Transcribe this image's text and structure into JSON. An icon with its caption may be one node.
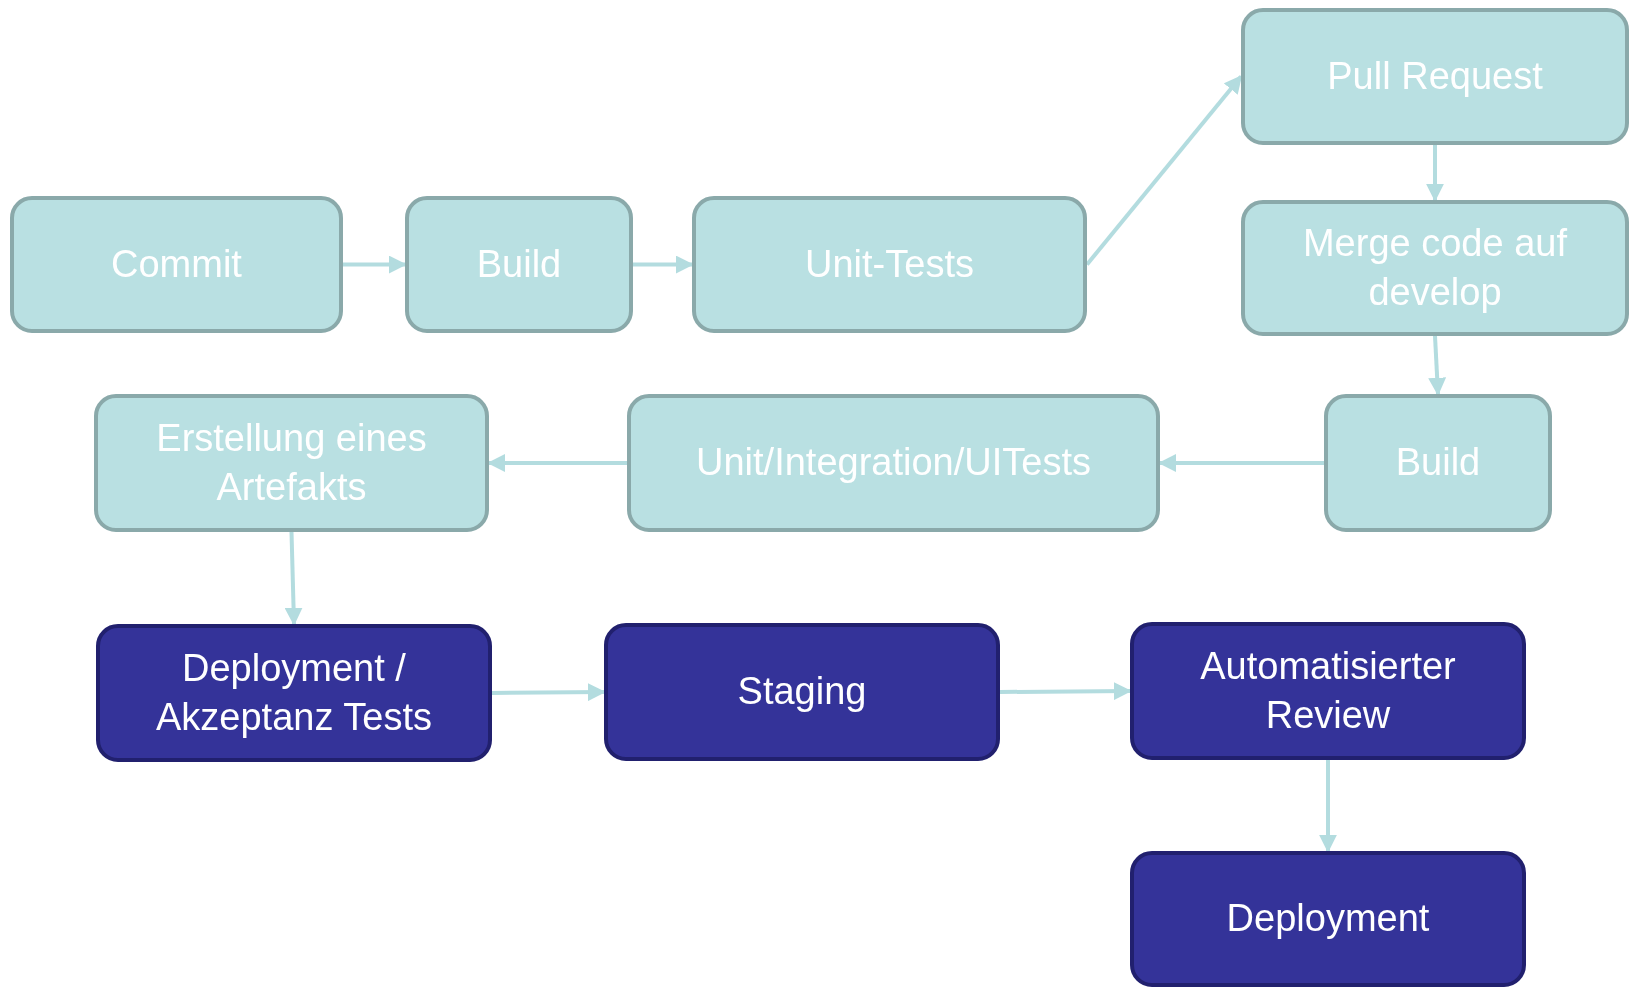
{
  "diagram": {
    "nodes": [
      {
        "text": [
          "Commit"
        ]
      },
      {
        "text": [
          "Build"
        ]
      },
      {
        "text": [
          "Unit-Tests"
        ]
      },
      {
        "text": [
          "Pull Request"
        ]
      },
      {
        "text": [
          "Merge code auf develop"
        ]
      },
      {
        "text": [
          "Build"
        ]
      },
      {
        "text": [
          "Unit/Integration/UITests"
        ]
      },
      {
        "text": [
          "Erstellung eines Artefakts"
        ]
      },
      {
        "text": [
          "Deployment / Akzeptanz Tests"
        ]
      },
      {
        "text": [
          "Staging"
        ]
      },
      {
        "text": [
          "Automatisierter Review"
        ]
      },
      {
        "text": [
          "Deployment"
        ]
      }
    ],
    "edges": [
      {
        "from": 0,
        "to": 1,
        "arrow": "to"
      },
      {
        "from": 1,
        "to": 2,
        "arrow": "to"
      },
      {
        "from": 2,
        "to": 3,
        "arrow": "to"
      },
      {
        "from": 3,
        "to": 4,
        "arrow": "to"
      },
      {
        "from": 4,
        "to": 5,
        "arrow": "to"
      },
      {
        "from": 5,
        "to": 6,
        "arrow": "to"
      },
      {
        "from": 6,
        "to": 7,
        "arrow": "to"
      },
      {
        "from": 7,
        "to": 8,
        "arrow": "to"
      },
      {
        "from": 8,
        "to": 9,
        "arrow": "to"
      },
      {
        "from": 9,
        "to": 10,
        "arrow": "to"
      },
      {
        "from": 10,
        "to": 11,
        "arrow": "to"
      }
    ]
  }
}
